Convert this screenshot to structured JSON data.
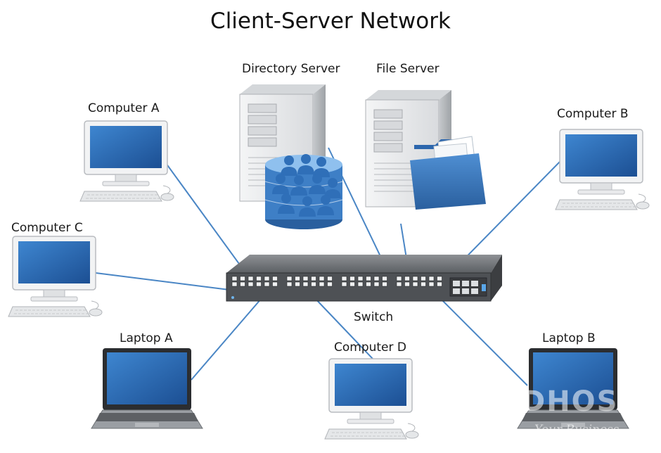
{
  "title": "Client-Server Network",
  "nodes": {
    "directory_server": "Directory Server",
    "file_server": "File Server",
    "computer_a": "Computer A",
    "computer_b": "Computer B",
    "computer_c": "Computer C",
    "computer_d": "Computer D",
    "laptop_a": "Laptop A",
    "laptop_b": "Laptop B",
    "switch": "Switch"
  },
  "watermark": {
    "brand": "DHOS",
    "tagline": "Your Business"
  },
  "colors": {
    "link": "#4a86c5",
    "screen": "#2f6db5",
    "tower": "#e4e6e9",
    "switch": "#4e5155",
    "icon_blue": "#2c66ad"
  },
  "icons": [
    "server-icon",
    "database-users-icon",
    "folder-icon",
    "desktop-computer-icon",
    "laptop-icon",
    "network-switch-icon"
  ]
}
